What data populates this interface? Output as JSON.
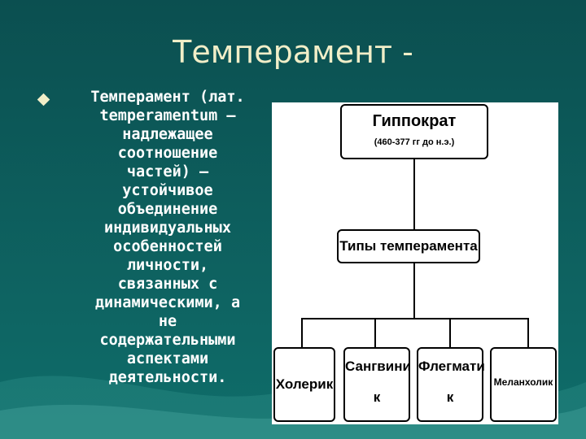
{
  "slide": {
    "title": "Темперамент -",
    "body_lines": [
      "Темперамент (лат.",
      "temperamentum –",
      "надлежащее",
      "соотношение",
      "частей) —",
      "устойчивое",
      "объединение",
      "индивидуальных",
      "особенностей",
      "личности,",
      "связанных с",
      "динамическими, а",
      "не",
      "содержательными",
      "аспектами",
      "деятельности."
    ]
  },
  "diagram": {
    "root": {
      "name": "Гиппократ",
      "dates": "(460-377 гг до н.э.)"
    },
    "middle": {
      "label": "Типы темперамента"
    },
    "types": [
      {
        "line1": "Холерик",
        "line2": ""
      },
      {
        "line1": "Сангвини",
        "line2": "к"
      },
      {
        "line1": "Флегмати",
        "line2": "к"
      },
      {
        "line1": "Меланхолик",
        "line2": ""
      }
    ]
  }
}
